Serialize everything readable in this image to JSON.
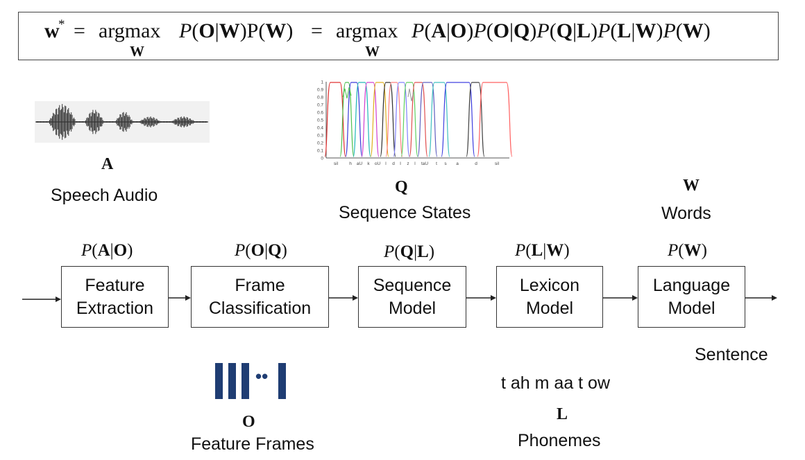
{
  "equation": {
    "lhs": "w",
    "star": "*",
    "eq1": "=",
    "argmax1": "argmax",
    "sub1": "W",
    "term1": "P(O|W)P(W)",
    "eq2": "=",
    "argmax2": "argmax",
    "sub2": "W",
    "term2": "P(A|O)P(O|Q)P(Q|L)P(L|W)P(W)"
  },
  "inputs": {
    "audio": {
      "symbol": "A",
      "label": "Speech Audio"
    },
    "states": {
      "symbol": "Q",
      "label": "Sequence States",
      "y_ticks": [
        "1",
        "0.9",
        "0.8",
        "0.7",
        "0.6",
        "0.5",
        "0.4",
        "0.3",
        "0.2",
        "0.1",
        "0"
      ],
      "x_ticks": [
        "sil",
        "h",
        "aU",
        "k",
        "oU",
        "l",
        "d",
        "I",
        "z",
        "l",
        "taU",
        "t",
        "s",
        "a",
        "d",
        "sil"
      ]
    },
    "words": {
      "symbol": "W",
      "label": "Words"
    },
    "frames": {
      "symbol": "O",
      "label": "Feature Frames",
      "dots": "••"
    },
    "phonemes": {
      "symbol": "L",
      "label": "Phonemes",
      "example": "t ah m aa t ow"
    },
    "output": {
      "label": "Sentence"
    }
  },
  "pipeline": [
    {
      "prob_a": "A",
      "prob_b": "O",
      "line1": "Feature",
      "line2": "Extraction"
    },
    {
      "prob_a": "O",
      "prob_b": "Q",
      "line1": "Frame",
      "line2": "Classification"
    },
    {
      "prob_a": "Q",
      "prob_b": "L",
      "line1": "Sequence",
      "line2": "Model"
    },
    {
      "prob_a": "L",
      "prob_b": "W",
      "line1": "Lexicon",
      "line2": "Model"
    },
    {
      "prob_a": "W",
      "prob_b": "",
      "line1": "Language",
      "line2": "Model"
    }
  ],
  "colors": {
    "frame_bar": "#1f3d73",
    "border": "#333333"
  }
}
